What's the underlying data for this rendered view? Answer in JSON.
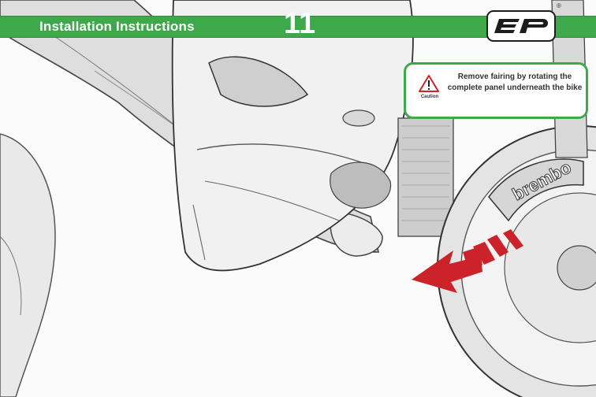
{
  "header": {
    "title": "Installation Instructions",
    "step_number": "11",
    "logo_mark": "EP",
    "registered_mark": "®"
  },
  "caution": {
    "icon": "warning-triangle-icon",
    "label": "Caution",
    "text": "Remove fairing by rotating the complete panel underneath the bike"
  },
  "illustration": {
    "brake_brand": "brembo",
    "arrow_color": "#cc2229"
  },
  "colors": {
    "accent_green": "#3ea94a",
    "caution_red": "#cc2229"
  }
}
